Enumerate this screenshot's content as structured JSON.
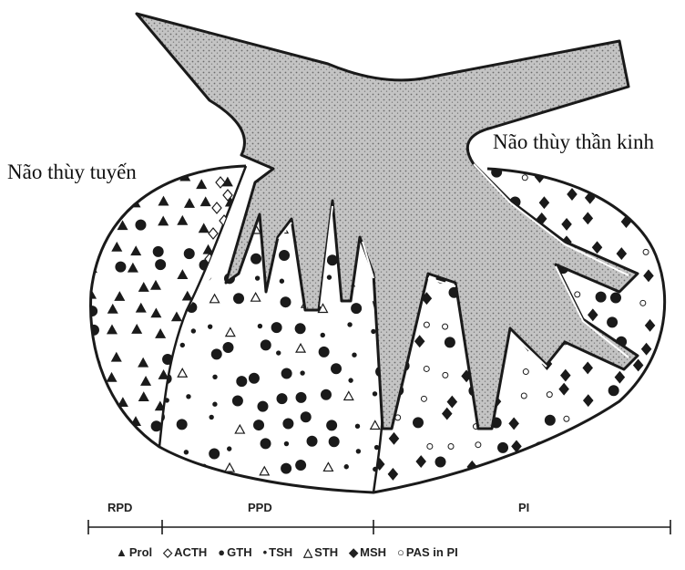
{
  "labels": {
    "adenohypophysis": "Não thùy tuyến",
    "neurohypophysis": "Não thùy thần kinh"
  },
  "segments": [
    "RPD",
    "PPD",
    "PI"
  ],
  "legend": [
    {
      "symbol": "▲",
      "text": "Prol"
    },
    {
      "symbol": "◇",
      "text": "ACTH"
    },
    {
      "symbol": "●",
      "text": "GTH"
    },
    {
      "symbol": "•",
      "text": "TSH"
    },
    {
      "symbol": "△",
      "text": "STH"
    },
    {
      "symbol": "◆",
      "text": "MSH"
    },
    {
      "symbol": "○",
      "text": "PAS in PI"
    }
  ],
  "colors": {
    "ink": "#1a1a1a",
    "stalk_fill": "#b4b4b4",
    "background": "#ffffff"
  }
}
